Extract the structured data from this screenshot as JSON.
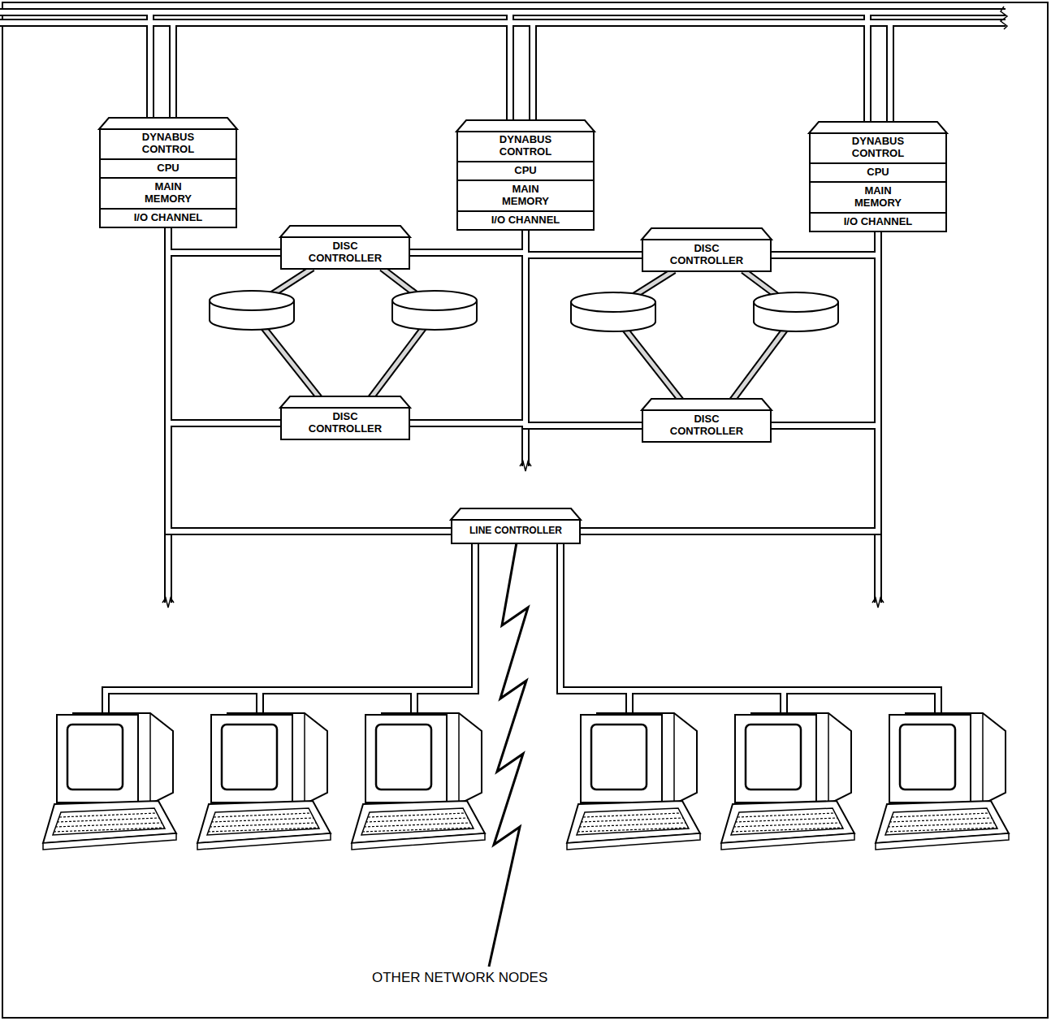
{
  "diagram": {
    "nodes": [
      {
        "text": [
          "DYNABUS CONTROL",
          "CPU",
          "MAIN MEMORY",
          "I/O CHANNEL"
        ]
      },
      {
        "text": [
          "DYNABUS CONTROL",
          "CPU",
          "MAIN MEMORY",
          "I/O CHANNEL"
        ]
      },
      {
        "text": [
          "DYNABUS CONTROL",
          "CPU",
          "MAIN MEMORY",
          "I/O CHANNEL"
        ]
      },
      {
        "text": [
          "DISC CONTROLLER"
        ]
      },
      {
        "text": [
          "DISC CONTROLLER"
        ]
      },
      {
        "text": [
          "DISC CONTROLLER"
        ]
      },
      {
        "text": [
          "DISC CONTROLLER"
        ]
      },
      {
        "text": [
          "LINE CONTROLLER"
        ]
      }
    ],
    "edges": [
      {
        "from": 0,
        "to": 3,
        "arrow": "none"
      },
      {
        "from": 1,
        "to": 3,
        "arrow": "none"
      },
      {
        "from": 0,
        "to": 5,
        "arrow": "none"
      },
      {
        "from": 1,
        "to": 5,
        "arrow": "none"
      },
      {
        "from": 1,
        "to": 4,
        "arrow": "none"
      },
      {
        "from": 2,
        "to": 4,
        "arrow": "none"
      },
      {
        "from": 1,
        "to": 6,
        "arrow": "none"
      },
      {
        "from": 2,
        "to": 6,
        "arrow": "none"
      },
      {
        "from": 0,
        "to": 7,
        "arrow": "none"
      },
      {
        "from": 2,
        "to": 7,
        "arrow": "none"
      }
    ],
    "labels": [
      "OTHER NETWORK NODES"
    ]
  }
}
